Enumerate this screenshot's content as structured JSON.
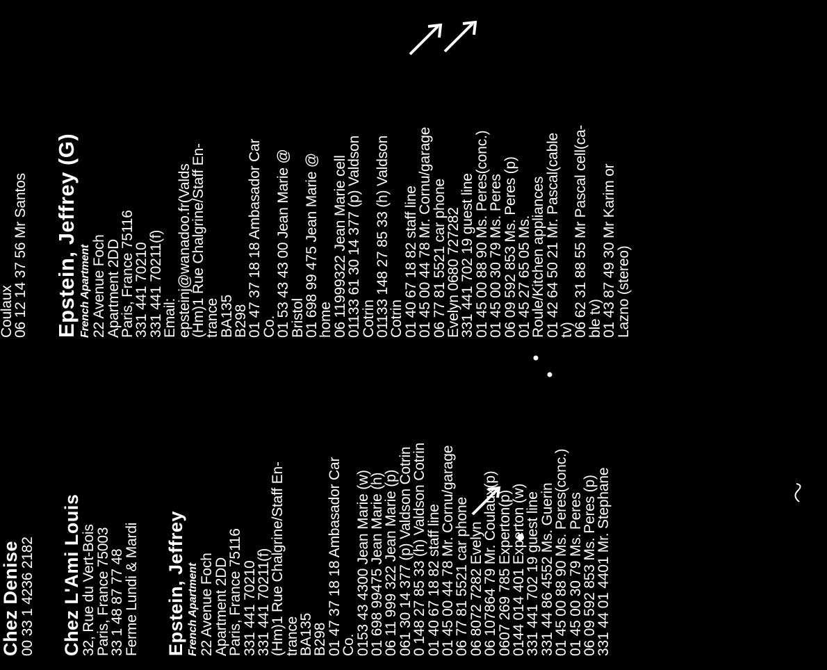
{
  "left_column": {
    "entry1": {
      "name": "Chez Denise",
      "phone": "00 33 1 4236 2182"
    },
    "entry2": {
      "name": "Chez L'Ami Louis",
      "lines": [
        "32, Rue du Vert-Bois",
        "Paris, France 75003",
        "33 1 48 87 77 48",
        "Ferme Lundi & Mardi"
      ]
    },
    "entry3": {
      "name": "Epstein, Jeffrey",
      "type": "French Apartment",
      "lines": [
        "22 Avenue Foch",
        "Apartment 2DD",
        "Paris, France 75116",
        "331 441 70210",
        "331 441 70211(f)",
        "(Hm)1 Rue Chalgrine/Staff En-",
        "trance",
        "BA135",
        "B298",
        "01 47 37 18 18 Ambasador Car",
        "Co.",
        "0153 43 4300 Jean Marie (w)",
        "01 698 99475 Jean Marie (h)",
        "06 11 999 322 Jean Marie (p)",
        "061 30 14 377 (p) Valdson Cotrin",
        "0 148 27 85 33 (h) Valdson Cotrin",
        "01 40 67 18 82 staff line",
        "01 45 00 44 78 Mr. Cornu/garage",
        "06 77 81 5521 car phone",
        "06 8072 7282 Evelyn",
        "06 107864 79 Mr. Coulaux(p)",
        "0607 269 785 Experton(p)",
        "0144 014 401 Experton (w)",
        "331 441 702 19 guest line",
        "331 44 86 4552 Ms. Guerin",
        "01 45 00 88 90 Ms. Peres(conc.)",
        "01 45 00 30 79 Ms. Peres",
        "06 09 592 853 Ms. Peres (p)",
        "331 44 01 4401 Mr. Stephane"
      ]
    }
  },
  "right_column": {
    "top_lines": [
      "Coulaux",
      "06 12 14 37 56 Mr Santos"
    ],
    "entry": {
      "name": "Epstein, Jeffrey (G)",
      "type": "French Apartment",
      "lines": [
        "22 Avenue Foch",
        "Apartment 2DD",
        "Paris, France 75116",
        "331 441 70210",
        "331 441 70211(f)",
        "Email:",
        "epsteinj@wanadoo.fr(Valds",
        "(Hm)1 Rue Chalgrine/Staff En-",
        "trance",
        "BA135",
        "B298",
        "01 47 37 18 18 Ambasador Car",
        "Co.",
        "01 53 43 43 00 Jean Marie @",
        "Bristol",
        "01 698 99 475 Jean Marie @",
        "home",
        "06 11999322 Jean Marie cell",
        "01133 61 30 14 377 (p) Valdson",
        "Cotrin",
        "01133 148 27 85 33 (h) Valdson",
        "Cotrin",
        "01 40 67 18 82 staff line",
        "01 45 00 44 78 Mr. Cornu/garage",
        "06 77 81 5521 car phone",
        "Evelyn 0680 727282",
        "331 441 702 19 guest line",
        "01 45 00 88 90 Ms. Peres(conc.)",
        "01 45 00 30 79 Ms. Peres",
        "06 09 592 853 Ms. Peres (p)",
        "01 45 27 65 05 Ms.",
        "Roule/Kitchen appliances",
        "01 42 64 50 21 Mr. Pascal(cable",
        "tv)",
        "06 62 31 88 55 Mr Pascal cell(ca-",
        "ble tv)",
        "01 43 87 49 30 Mr Karim or",
        "Lazno (stereo)"
      ]
    }
  },
  "colors": {
    "background": "#000000",
    "text": "#ffffff"
  }
}
